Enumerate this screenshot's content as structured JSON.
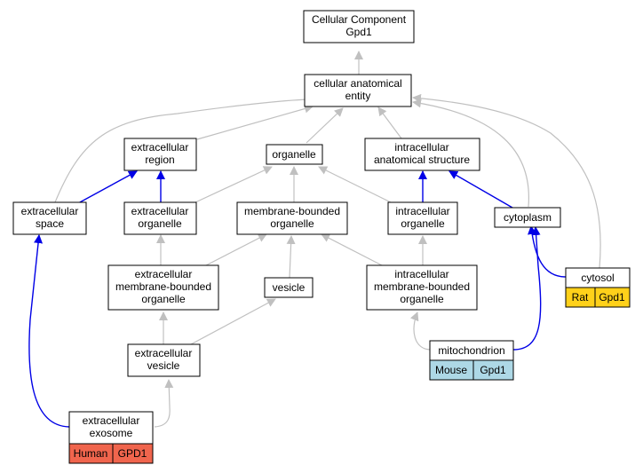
{
  "colors": {
    "gray_edge": "#c0c0c0",
    "blue_edge": "#0000e6",
    "human_badge": "#f0654d",
    "mouse_badge": "#add8e6",
    "rat_badge": "#ffd11a"
  },
  "nodes": {
    "root": {
      "lines": [
        "Cellular Component",
        "Gpd1"
      ]
    },
    "cellular_anatomical_entity": {
      "lines": [
        "cellular anatomical",
        "entity"
      ]
    },
    "extracellular_region": {
      "lines": [
        "extracellular",
        "region"
      ]
    },
    "organelle": {
      "lines": [
        "organelle"
      ]
    },
    "intracellular_anatomical_structure": {
      "lines": [
        "intracellular",
        "anatomical structure"
      ]
    },
    "extracellular_space": {
      "lines": [
        "extracellular",
        "space"
      ]
    },
    "extracellular_organelle": {
      "lines": [
        "extracellular",
        "organelle"
      ]
    },
    "membrane_bounded_organelle": {
      "lines": [
        "membrane-bounded",
        "organelle"
      ]
    },
    "intracellular_organelle": {
      "lines": [
        "intracellular",
        "organelle"
      ]
    },
    "cytoplasm": {
      "lines": [
        "cytoplasm"
      ]
    },
    "extracellular_membrane_bounded_organelle": {
      "lines": [
        "extracellular",
        "membrane-bounded",
        "organelle"
      ]
    },
    "vesicle": {
      "lines": [
        "vesicle"
      ]
    },
    "intracellular_membrane_bounded_organelle": {
      "lines": [
        "intracellular",
        "membrane-bounded",
        "organelle"
      ]
    },
    "cytosol": {
      "lines": [
        "cytosol"
      ],
      "badges": [
        {
          "species": "Rat",
          "gene": "Gpd1",
          "color": "#ffd11a"
        }
      ]
    },
    "extracellular_vesicle": {
      "lines": [
        "extracellular",
        "vesicle"
      ]
    },
    "mitochondrion": {
      "lines": [
        "mitochondrion"
      ],
      "badges": [
        {
          "species": "Mouse",
          "gene": "Gpd1",
          "color": "#add8e6"
        }
      ]
    },
    "extracellular_exosome": {
      "lines": [
        "extracellular",
        "exosome"
      ],
      "badges": [
        {
          "species": "Human",
          "gene": "GPD1",
          "color": "#f0654d"
        }
      ]
    }
  },
  "edges": [
    {
      "from": "cellular_anatomical_entity",
      "to": "root",
      "type": "is_a"
    },
    {
      "from": "extracellular_region",
      "to": "cellular_anatomical_entity",
      "type": "is_a"
    },
    {
      "from": "organelle",
      "to": "cellular_anatomical_entity",
      "type": "is_a"
    },
    {
      "from": "intracellular_anatomical_structure",
      "to": "cellular_anatomical_entity",
      "type": "is_a"
    },
    {
      "from": "extracellular_space",
      "to": "cellular_anatomical_entity",
      "type": "is_a"
    },
    {
      "from": "cytoplasm",
      "to": "cellular_anatomical_entity",
      "type": "is_a"
    },
    {
      "from": "cytosol",
      "to": "cellular_anatomical_entity",
      "type": "is_a"
    },
    {
      "from": "extracellular_space",
      "to": "extracellular_region",
      "type": "part_of"
    },
    {
      "from": "extracellular_organelle",
      "to": "extracellular_region",
      "type": "part_of"
    },
    {
      "from": "extracellular_organelle",
      "to": "organelle",
      "type": "is_a"
    },
    {
      "from": "membrane_bounded_organelle",
      "to": "organelle",
      "type": "is_a"
    },
    {
      "from": "intracellular_organelle",
      "to": "organelle",
      "type": "is_a"
    },
    {
      "from": "intracellular_organelle",
      "to": "intracellular_anatomical_structure",
      "type": "part_of"
    },
    {
      "from": "cytoplasm",
      "to": "intracellular_anatomical_structure",
      "type": "part_of"
    },
    {
      "from": "extracellular_membrane_bounded_organelle",
      "to": "extracellular_organelle",
      "type": "is_a"
    },
    {
      "from": "extracellular_membrane_bounded_organelle",
      "to": "membrane_bounded_organelle",
      "type": "is_a"
    },
    {
      "from": "vesicle",
      "to": "membrane_bounded_organelle",
      "type": "is_a"
    },
    {
      "from": "intracellular_membrane_bounded_organelle",
      "to": "membrane_bounded_organelle",
      "type": "is_a"
    },
    {
      "from": "intracellular_membrane_bounded_organelle",
      "to": "intracellular_organelle",
      "type": "is_a"
    },
    {
      "from": "cytosol",
      "to": "cytoplasm",
      "type": "part_of"
    },
    {
      "from": "extracellular_vesicle",
      "to": "extracellular_membrane_bounded_organelle",
      "type": "is_a"
    },
    {
      "from": "extracellular_vesicle",
      "to": "vesicle",
      "type": "is_a"
    },
    {
      "from": "mitochondrion",
      "to": "intracellular_membrane_bounded_organelle",
      "type": "is_a"
    },
    {
      "from": "mitochondrion",
      "to": "cytoplasm",
      "type": "part_of"
    },
    {
      "from": "extracellular_exosome",
      "to": "extracellular_vesicle",
      "type": "is_a"
    },
    {
      "from": "extracellular_exosome",
      "to": "extracellular_space",
      "type": "part_of"
    }
  ]
}
